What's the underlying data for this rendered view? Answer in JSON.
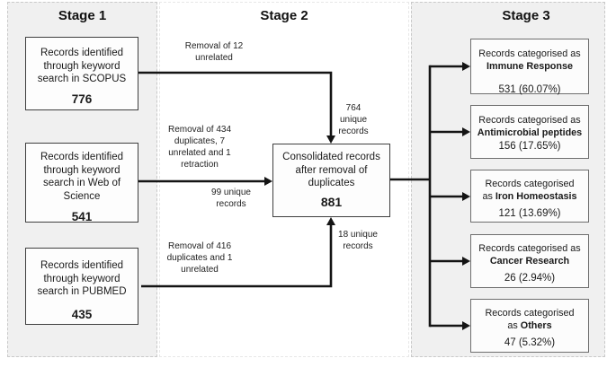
{
  "stage1": {
    "title": "Stage 1"
  },
  "stage2": {
    "title": "Stage 2"
  },
  "stage3": {
    "title": "Stage 3"
  },
  "sources": [
    {
      "text": "Records identified through keyword search in SCOPUS",
      "count": "776"
    },
    {
      "text": "Records identified through keyword search in Web of Science",
      "count": "541"
    },
    {
      "text": "Records identified through keyword search in PUBMED",
      "count": "435"
    }
  ],
  "consolidated": {
    "text": "Consolidated records after removal of duplicates",
    "count": "881"
  },
  "edge_labels": {
    "scopus_removal": "Removal of 12 unrelated",
    "scopus_unique": "764 unique records",
    "wos_removal": "Removal of 434 duplicates, 7 unrelated and 1 retraction",
    "wos_unique": "99 unique records",
    "pubmed_removal": "Removal of 416 duplicates and 1 unrelated",
    "pubmed_unique": "18 unique records"
  },
  "categories": [
    {
      "line1": "Records categorised as",
      "line2_prefix": "",
      "name": "Immune Response",
      "count": "531 (60.07%)"
    },
    {
      "line1": "Records categorised as",
      "line2_prefix": "",
      "name": "Antimicrobial peptides",
      "count": "156 (17.65%)"
    },
    {
      "line1": "Records categorised",
      "line2_prefix": "as ",
      "name": "Iron Homeostasis",
      "count": "121 (13.69%)"
    },
    {
      "line1": "Records categorised as",
      "line2_prefix": "",
      "name": "Cancer Research",
      "count": "26 (2.94%)"
    },
    {
      "line1": "Records categorised",
      "line2_prefix": "as ",
      "name": "Others",
      "count": "47 (5.32%)"
    }
  ],
  "colors": {
    "panel_bg": "#f0f0f0",
    "panel_border": "#c9c9c9",
    "box_border": "#3f3f3f",
    "category_box_border": "#6e6e6e",
    "arrow": "#141414"
  }
}
